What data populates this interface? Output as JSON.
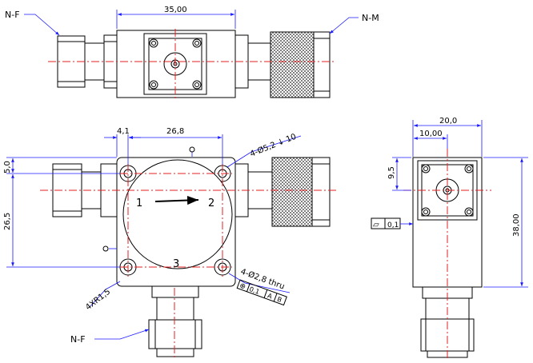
{
  "labels": {
    "connector_top_left": "N-F",
    "connector_top_right": "N-M",
    "connector_bottom": "N-F"
  },
  "dimensions": {
    "top_length": "35,00",
    "front_hole_offset": "4,1",
    "front_hole_spacing_h": "26,8",
    "front_top_margin": "5,0",
    "front_hole_spacing_v": "26,5",
    "mount_holes": "4-Ø5,2 ↓ 10",
    "thru_holes": "4-Ø2,8 thru",
    "corner_radius": "4XR1,5",
    "side_width": "20,0",
    "side_half_width": "10,00",
    "side_offset": "9,5",
    "side_height": "38,00"
  },
  "ports": {
    "p1": "1",
    "p2": "2",
    "p3": "3"
  },
  "tolerance": {
    "position_symbol": "⊕",
    "position_value": "0,1",
    "datum_a": "A",
    "datum_b": "B",
    "flatness_symbol": "▱",
    "flatness_value": "0,1"
  },
  "datum_markers": {
    "a": "A",
    "b": "B"
  },
  "colors": {
    "outline": "#000000",
    "centerline": "#e02020",
    "dimension": "#1a1aff"
  }
}
